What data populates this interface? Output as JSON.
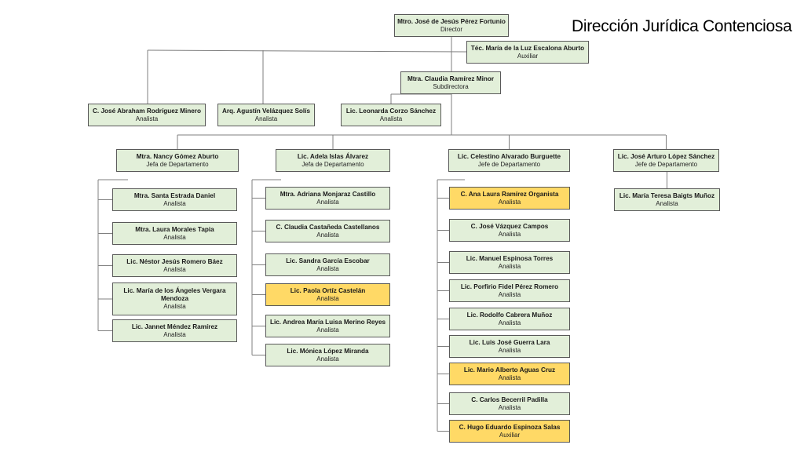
{
  "title": "Dirección Jurídica Contenciosa",
  "director": {
    "name": "Mtro. José de Jesús Pérez Fortunio",
    "role": "Director"
  },
  "auxiliar": {
    "name": "Téc. María de la Luz Escalona Aburto",
    "role": "Auxiliar"
  },
  "subdirectora": {
    "name": "Mtra. Claudia Ramírez Minor",
    "role": "Subdirectora"
  },
  "analistas_top": [
    {
      "name": "C. José Abraham Rodríguez Minero",
      "role": "Analista"
    },
    {
      "name": "Arq. Agustín Velázquez Solís",
      "role": "Analista"
    },
    {
      "name": "Lic. Leonarda Corzo Sánchez",
      "role": "Analista"
    }
  ],
  "departments": [
    {
      "head": {
        "name": "Mtra. Nancy Gómez Aburto",
        "role": "Jefa de Departamento"
      },
      "staff": [
        {
          "name": "Mtra. Santa Estrada Daniel",
          "role": "Analista",
          "highlight": false
        },
        {
          "name": "Mtra. Laura Morales Tapia",
          "role": "Analista",
          "highlight": false
        },
        {
          "name": "Lic. Néstor Jesús Romero Báez",
          "role": "Analista",
          "highlight": false
        },
        {
          "name": "Lic. María de los Ángeles Vergara Mendoza",
          "role": "Analista",
          "highlight": false
        },
        {
          "name": "Lic. Jannet Méndez Ramírez",
          "role": "Analista",
          "highlight": false
        }
      ]
    },
    {
      "head": {
        "name": "Lic. Adela Islas Álvarez",
        "role": "Jefa de Departamento"
      },
      "staff": [
        {
          "name": "Mtra. Adriana Monjaraz Castillo",
          "role": "Analista",
          "highlight": false
        },
        {
          "name": "C. Claudia Castañeda Castellanos",
          "role": "Analista",
          "highlight": false
        },
        {
          "name": "Lic. Sandra García Escobar",
          "role": "Analista",
          "highlight": false
        },
        {
          "name": "Lic. Paola Ortíz Castelán",
          "role": "Analista",
          "highlight": true
        },
        {
          "name": "Lic. Andrea María Luisa Merino Reyes",
          "role": "Analista",
          "highlight": false
        },
        {
          "name": "Lic. Mónica López Miranda",
          "role": "Analista",
          "highlight": false
        }
      ]
    },
    {
      "head": {
        "name": "Lic. Celestino Alvarado Burguette",
        "role": "Jefe de Departamento"
      },
      "staff": [
        {
          "name": "C. Ana Laura Ramírez Organista",
          "role": "Analista",
          "highlight": true
        },
        {
          "name": "C. José Vázquez Campos",
          "role": "Analista",
          "highlight": false
        },
        {
          "name": "Lic. Manuel Espinosa Torres",
          "role": "Analista",
          "highlight": false
        },
        {
          "name": "Lic. Porfirio Fidel Pérez Romero",
          "role": "Analista",
          "highlight": false
        },
        {
          "name": "Lic. Rodolfo Cabrera Muñoz",
          "role": "Analista",
          "highlight": false
        },
        {
          "name": "Lic. Luis José Guerra Lara",
          "role": "Analista",
          "highlight": false
        },
        {
          "name": "Lic. Mario Alberto Aguas Cruz",
          "role": "Analista",
          "highlight": true
        },
        {
          "name": "C. Carlos Becerril Padilla",
          "role": "Analista",
          "highlight": false
        },
        {
          "name": "C. Hugo Eduardo Espinoza Salas",
          "role": "Auxiliar",
          "highlight": true
        }
      ]
    },
    {
      "head": {
        "name": "Lic. José Arturo López Sánchez",
        "role": "Jefe de Departamento"
      },
      "staff": [
        {
          "name": "Lic. María Teresa Baigts Muñoz",
          "role": "Analista",
          "highlight": false
        }
      ]
    }
  ],
  "colors": {
    "box": "#e2efd9",
    "highlight": "#ffd966",
    "border": "#595959",
    "line": "#7f7f7f"
  }
}
